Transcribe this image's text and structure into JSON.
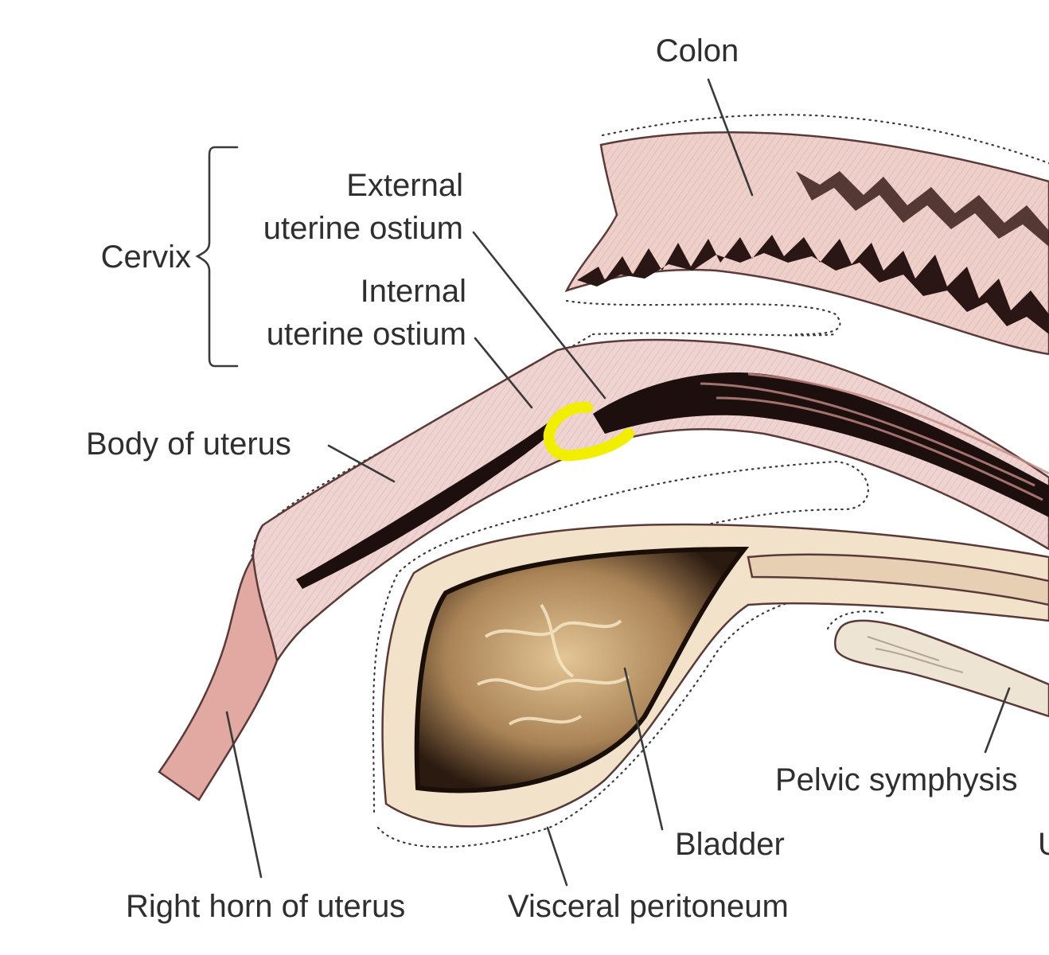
{
  "labels": {
    "colon": "Colon",
    "cervix": "Cervix",
    "external_ostium_line1": "External",
    "external_ostium_line2": "uterine ostium",
    "internal_ostium_line1": "Internal",
    "internal_ostium_line2": "uterine ostium",
    "body_of_uterus": "Body of uterus",
    "right_horn": "Right horn of uterus",
    "visceral_peritoneum": "Visceral peritoneum",
    "bladder": "Bladder",
    "pelvic_symphysis": "Pelvic symphysis",
    "cut_letter": "U"
  },
  "colors": {
    "uterus_tissue": "#efd3d0",
    "horn_tissue": "#e2a8a2",
    "colon_tissue": "#efcfc9",
    "lumen_dark": "#1c0f0e",
    "bladder_wall": "#f1e2c9",
    "bladder_mucosa": "#d9b98a",
    "symphysis": "#eee4d4",
    "highlight": "#f2ee00"
  }
}
